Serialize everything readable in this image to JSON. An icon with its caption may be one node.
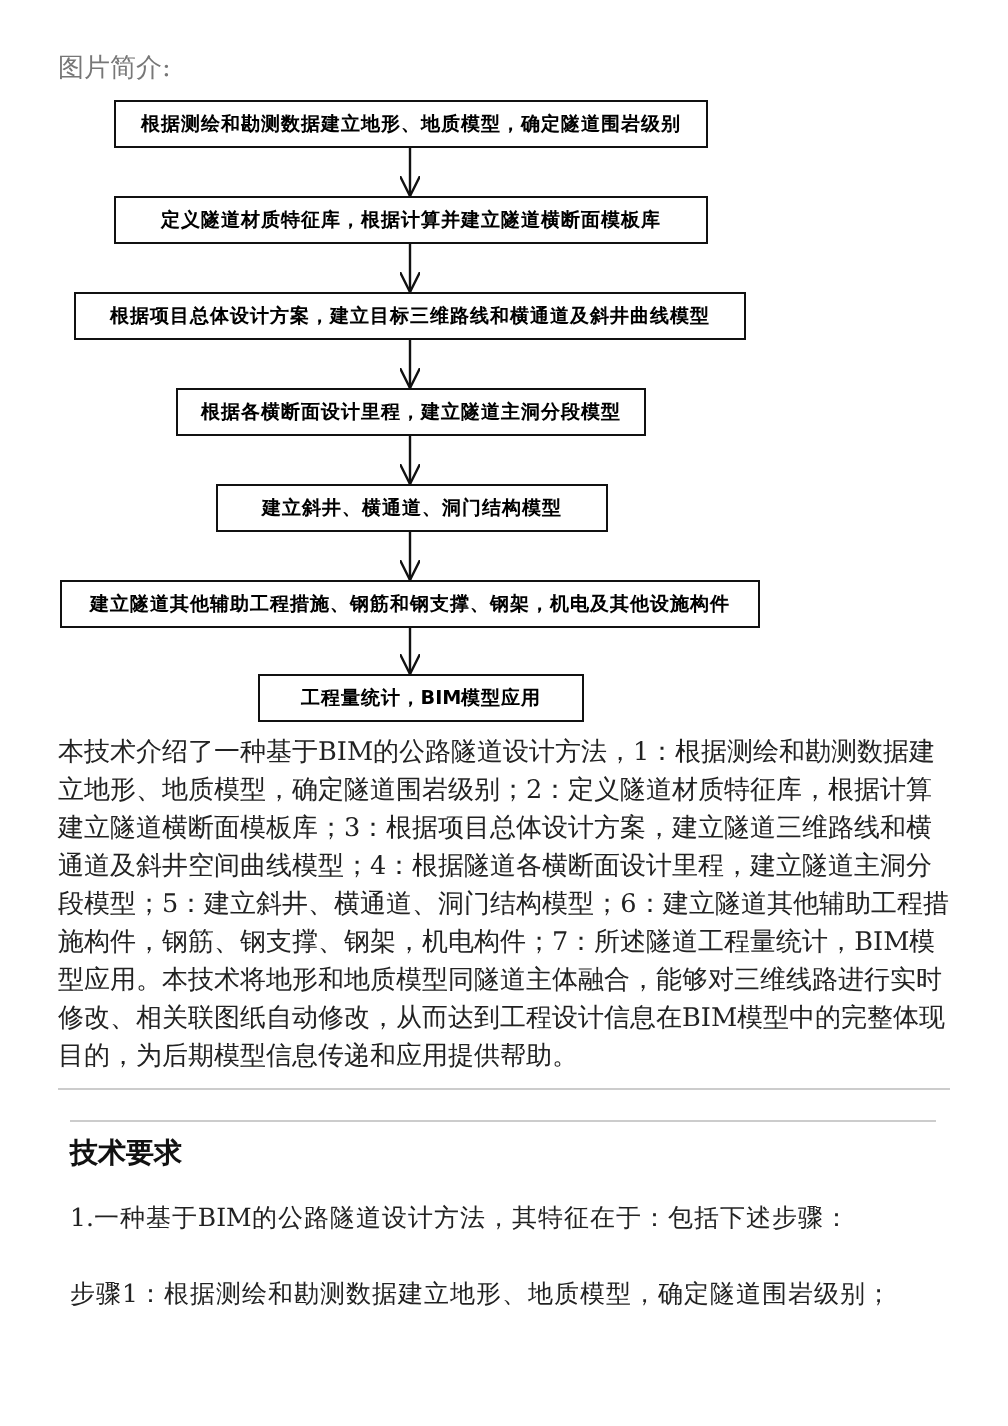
{
  "diagram": {
    "nodes": [
      {
        "text": [
          "根据测绘和勘测数据建立地形、地质模型，确定隧道围岩级别"
        ]
      },
      {
        "text": [
          "定义隧道材质特征库，根据计算并建立隧道横断面模板库"
        ]
      },
      {
        "text": [
          "根据项目总体设计方案，建立目标三维路线和横通道及斜井曲线模型"
        ]
      },
      {
        "text": [
          "根据各横断面设计里程，建立隧道主洞分段模型"
        ]
      },
      {
        "text": [
          "建立斜井、横通道、洞门结构模型"
        ]
      },
      {
        "text": [
          "建立隧道其他辅助工程措施、钢筋和钢支撑、钢架，机电及其他设施构件"
        ]
      },
      {
        "text": [
          "工程量统计，BIM模型应用"
        ]
      }
    ],
    "edges": [
      {
        "from": 0,
        "to": 1,
        "arrow": "to"
      },
      {
        "from": 1,
        "to": 2,
        "arrow": "to"
      },
      {
        "from": 2,
        "to": 3,
        "arrow": "to"
      },
      {
        "from": 3,
        "to": 4,
        "arrow": "to"
      },
      {
        "from": 4,
        "to": 5,
        "arrow": "to"
      },
      {
        "from": 5,
        "to": 6,
        "arrow": "to"
      }
    ],
    "labels": [
      "图片简介:",
      "本技术介绍了一种基于BIM的公路隧道设计方法，1：根据测绘和勘测数据建立地形、地质模型，确定隧道围岩级别；2：定义隧道材质特征库，根据计算建立隧道横断面模板库；3：根据项目总体设计方案，建立隧道三维路线和横通道及斜井空间曲线模型；4：根据隧道各横断面设计里程，建立隧道主洞分段模型；5：建立斜井、横通道、洞门结构模型；6：建立隧道其他辅助工程措施构件，钢筋、钢支撑、钢架，机电构件；7：所述隧道工程量统计，BIM模型应用。本技术将地形和地质模型同隧道主体融合，能够对三维线路进行实时修改、相关联图纸自动修改，从而达到工程设计信息在BIM模型中的完整体现目的，为后期模型信息传递和应用提供帮助。",
      "技术要求",
      "1.一种基于BIM的公路隧道设计方法，其特征在于：包括下述步骤：",
      "步骤1：根据测绘和勘测数据建立地形、地质模型，确定隧道围岩级别；"
    ]
  }
}
